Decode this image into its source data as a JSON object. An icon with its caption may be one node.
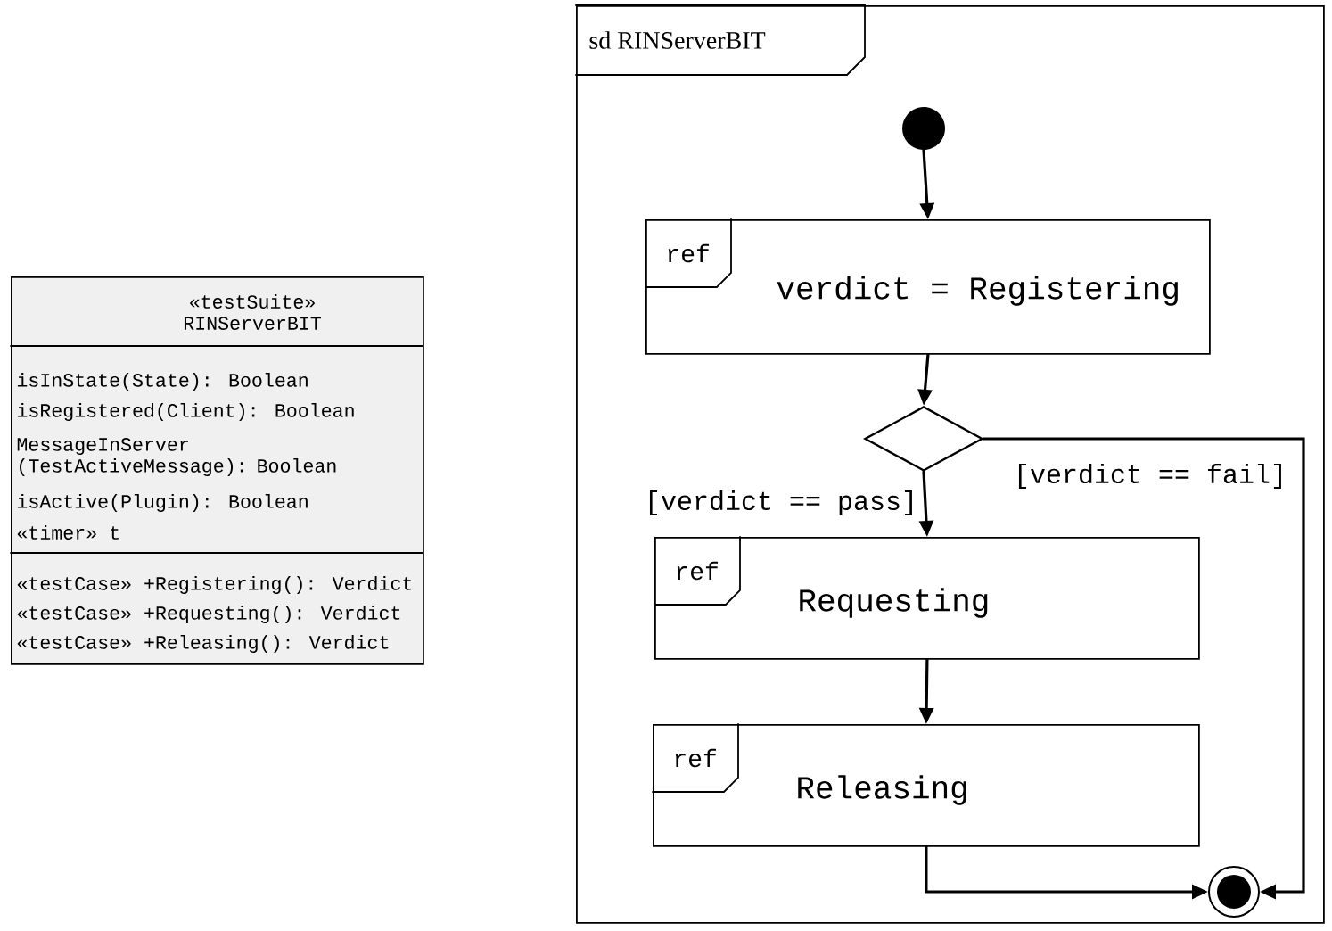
{
  "diagram": {
    "nodes": [
      {
        "text": [
          "«testSuite» RINServerBIT",
          "isInState(State): Boolean",
          "isRegistered(Client): Boolean",
          "MessageInServer (TestActiveMessage): Boolean",
          "isActive(Plugin): Boolean",
          "«timer» t",
          "«testCase» +Registering(): Verdict",
          "«testCase» +Requesting(): Verdict",
          "«testCase» +Releasing(): Verdict"
        ]
      },
      {
        "text": [
          "sd RINServerBIT"
        ]
      },
      {
        "text": [],
        "shape": "circle",
        "in": 1
      },
      {
        "text": [
          "ref",
          "verdict = Registering"
        ],
        "in": 1
      },
      {
        "text": [],
        "shape": "diamond",
        "in": 1
      },
      {
        "text": [
          "ref",
          "Requesting"
        ],
        "in": 1
      },
      {
        "text": [
          "ref",
          "Releasing"
        ],
        "in": 1
      },
      {
        "text": [],
        "shape": "circle",
        "in": 1
      }
    ],
    "edges": [
      {
        "from": 2,
        "to": 3,
        "arrow": "to"
      },
      {
        "from": 3,
        "to": 4,
        "arrow": "to"
      },
      {
        "from": 4,
        "to": 5,
        "arrow": "to",
        "label": "[verdict == pass]"
      },
      {
        "from": 4,
        "to": 7,
        "arrow": "to",
        "label": "[verdict == fail]"
      },
      {
        "from": 5,
        "to": 6,
        "arrow": "to"
      },
      {
        "from": 6,
        "to": 7,
        "arrow": "to"
      }
    ]
  }
}
